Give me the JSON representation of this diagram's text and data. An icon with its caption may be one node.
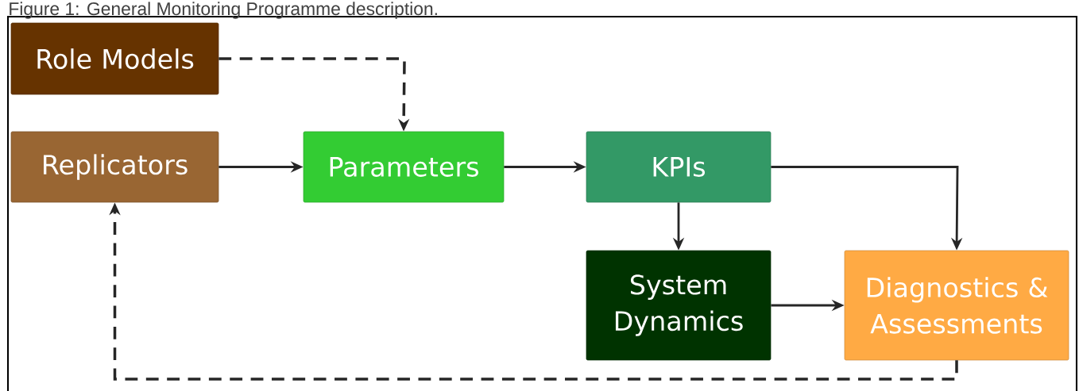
{
  "diagram": {
    "title": "Figure 1: General Monitoring Programme description.",
    "nodes": [
      {
        "text": [
          "Role Models"
        ]
      },
      {
        "text": [
          "Replicators"
        ]
      },
      {
        "text": [
          "Parameters"
        ]
      },
      {
        "text": [
          "KPIs"
        ]
      },
      {
        "text": [
          "System Dynamics"
        ]
      },
      {
        "text": [
          "Diagnostics & Assessments"
        ]
      }
    ],
    "edges": [
      {
        "from": 0,
        "to": 2,
        "arrow": "to",
        "style": "dashed"
      },
      {
        "from": 1,
        "to": 2,
        "arrow": "to"
      },
      {
        "from": 2,
        "to": 3,
        "arrow": "to"
      },
      {
        "from": 3,
        "to": 4,
        "arrow": "to"
      },
      {
        "from": 3,
        "to": 5,
        "arrow": "to"
      },
      {
        "from": 4,
        "to": 5,
        "arrow": "to"
      },
      {
        "from": 5,
        "to": 1,
        "arrow": "to",
        "style": "dashed"
      }
    ]
  }
}
